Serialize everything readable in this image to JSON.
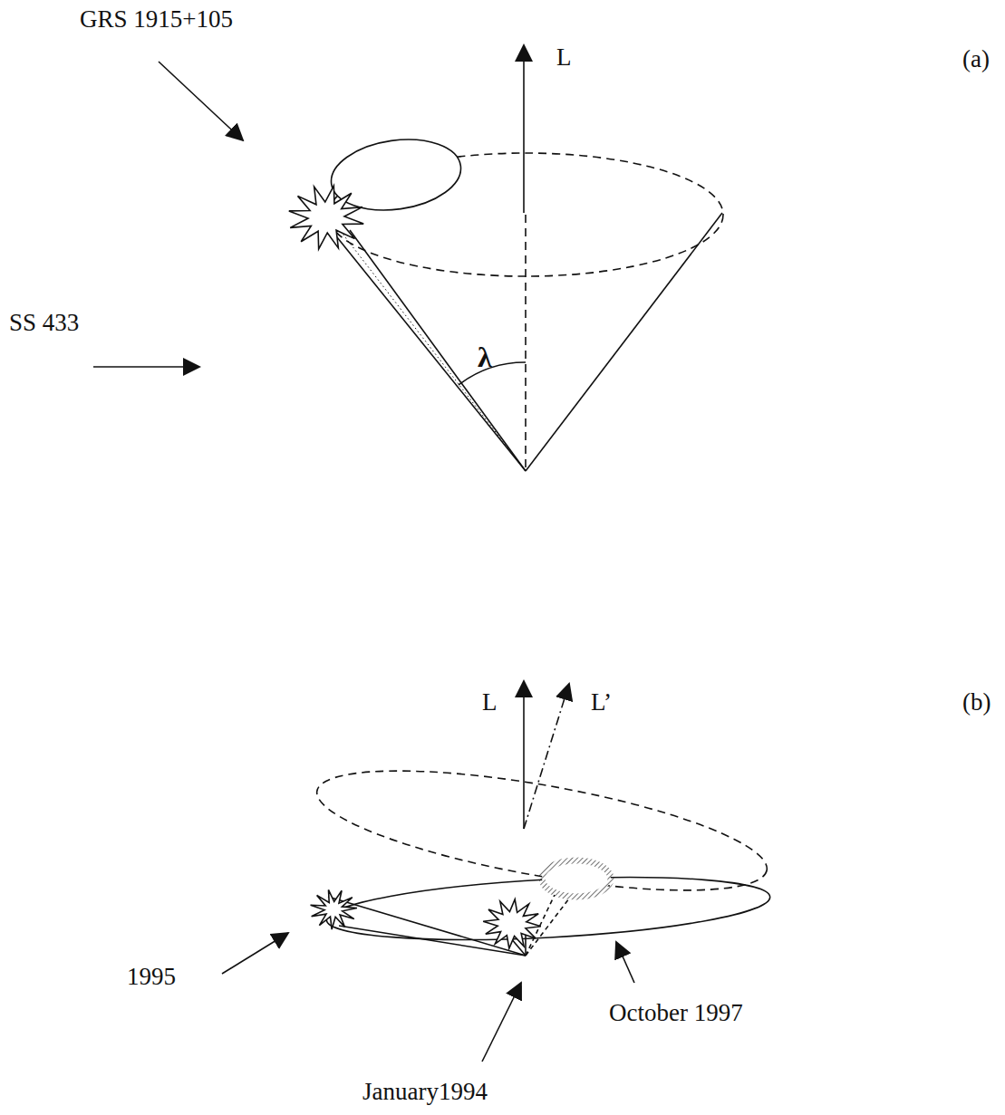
{
  "diagram": {
    "labels": [
      "GRS 1915+105",
      "L",
      "(a)",
      "SS 433",
      "λ",
      "L",
      "L’",
      "(b)",
      "1995",
      "October 1997",
      "January1994"
    ]
  }
}
